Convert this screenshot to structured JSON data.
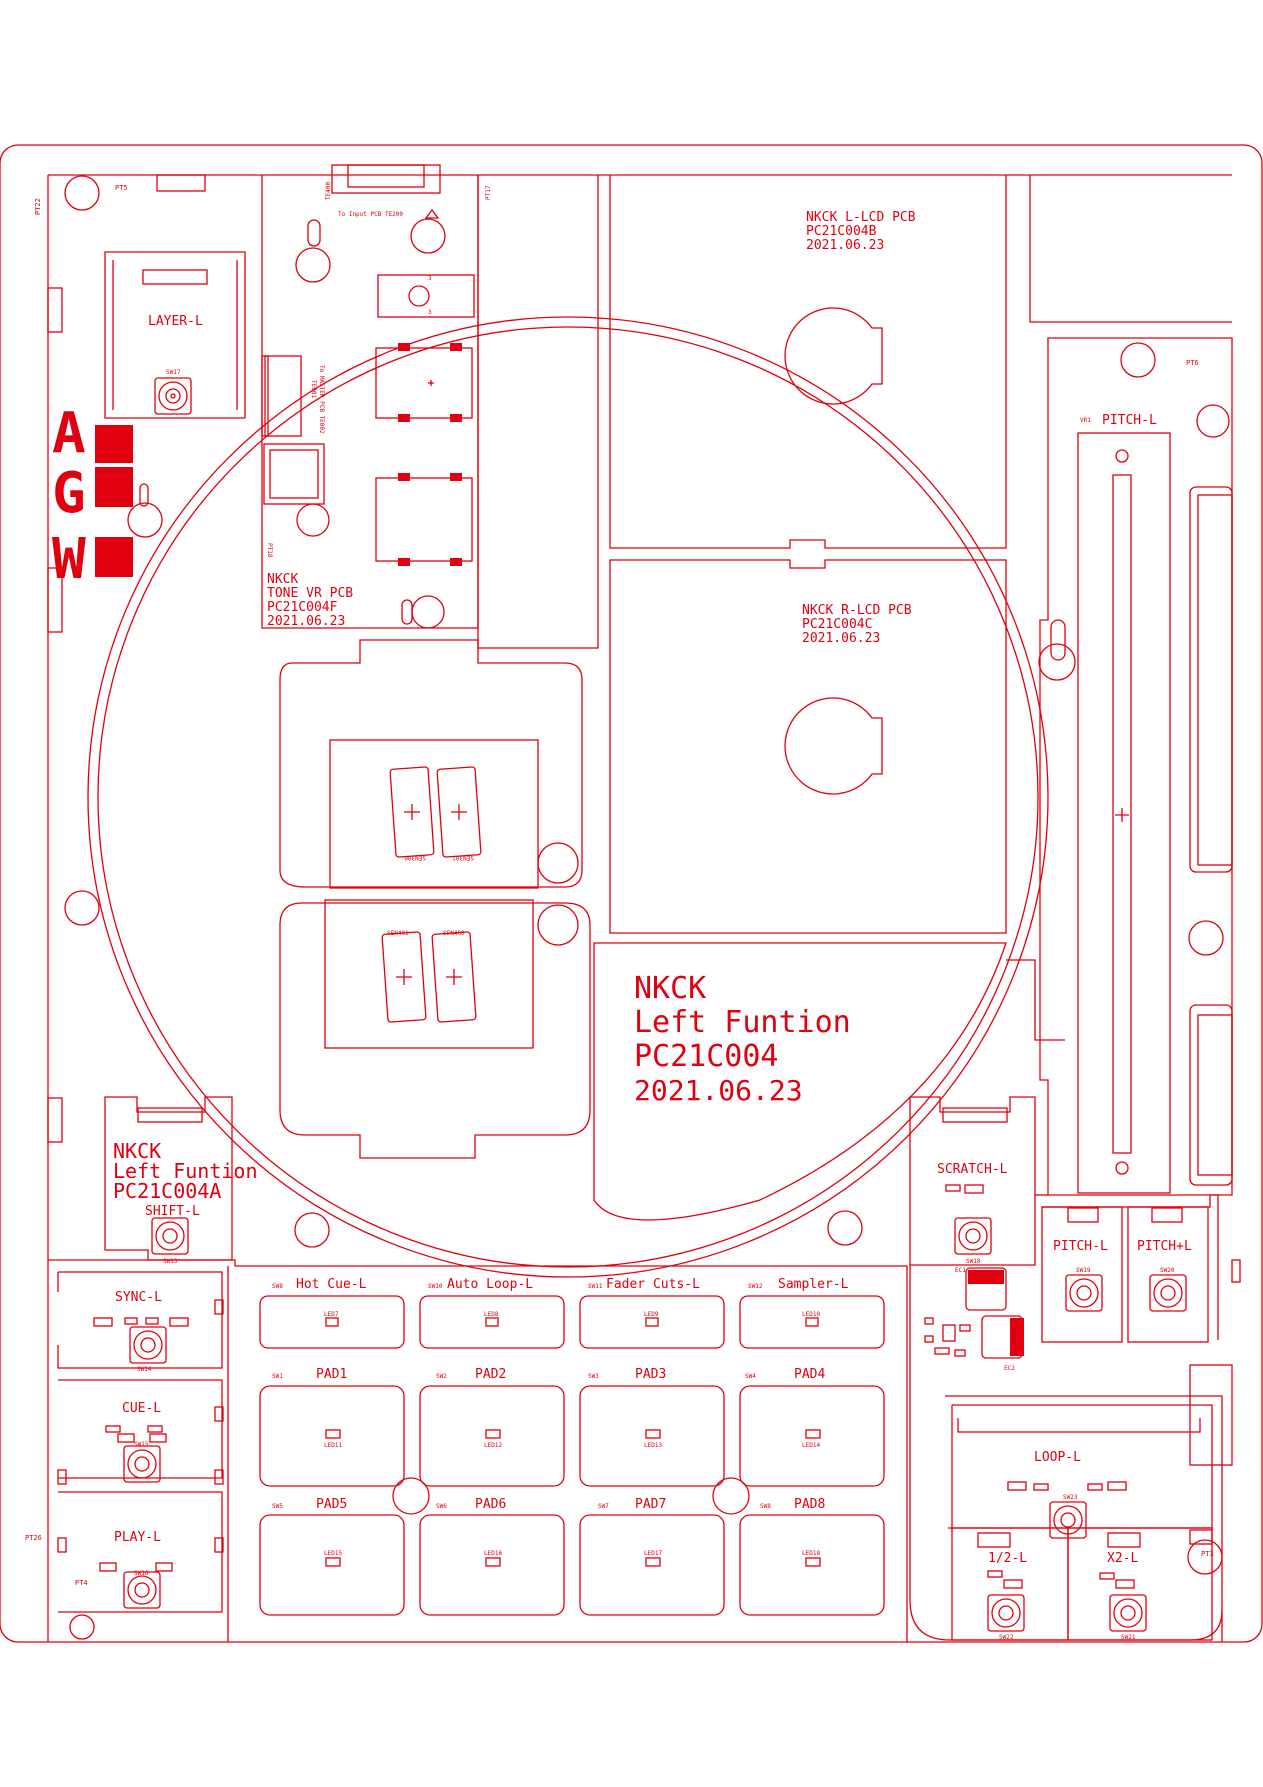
{
  "colors": {
    "silk": "#e0000f",
    "pad": "#e0000f",
    "background": "#ffffff"
  },
  "logo": {
    "letters": [
      "A",
      "G",
      "W"
    ]
  },
  "main_label": {
    "line1": "NKCK",
    "line2": "Left Funtion",
    "line3": "PC21C004",
    "line4": "2021.06.23"
  },
  "sub_label": {
    "line1": "NKCK",
    "line2": "Left Funtion",
    "line3": "PC21C004A"
  },
  "lcd_l": {
    "line1": "NKCK L-LCD PCB",
    "line2": "PC21C004B",
    "line3": "2021.06.23"
  },
  "lcd_r": {
    "line1": "NKCK R-LCD PCB",
    "line2": "PC21C004C",
    "line3": "2021.06.23"
  },
  "tone": {
    "line1": "NKCK",
    "line2": "TONE VR PCB",
    "line3": "PC21C004F",
    "line4": "2021.06.23"
  },
  "conn": {
    "top": "To Input PCB TE200",
    "side": "To MASTER PCB TE002",
    "top_ref": "TE400",
    "side_ref": "TE001"
  },
  "sensors": {
    "s1": "SEN300",
    "s2": "SEN301",
    "s3": "SEN401",
    "s4": "SEN400"
  },
  "controls": {
    "layer": "LAYER-L",
    "pitch_l_main": "PITCH-L",
    "vr": "VR1",
    "shift": "SHIFT-L",
    "sync": "SYNC-L",
    "cue": "CUE-L",
    "play": "PLAY-L",
    "scratch": "SCRATCH-L",
    "pitch_minus": "PITCH-L",
    "pitch_plus": "PITCH+L",
    "loop": "LOOP-L",
    "half": "1/2-L",
    "x2": "X2-L"
  },
  "modes": [
    {
      "sw": "SW8",
      "label": "Hot Cue-L",
      "led": "LED7"
    },
    {
      "sw": "SW10",
      "label": "Auto Loop-L",
      "led": "LED8"
    },
    {
      "sw": "SW11",
      "label": "Fader Cuts-L",
      "led": "LED9"
    },
    {
      "sw": "SW12",
      "label": "Sampler-L",
      "led": "LED10"
    }
  ],
  "pads": [
    {
      "sw": "SW1",
      "label": "PAD1",
      "led": "LED11"
    },
    {
      "sw": "SW2",
      "label": "PAD2",
      "led": "LED12"
    },
    {
      "sw": "SW3",
      "label": "PAD3",
      "led": "LED13"
    },
    {
      "sw": "SW4",
      "label": "PAD4",
      "led": "LED14"
    },
    {
      "sw": "SW5",
      "label": "PAD5",
      "led": "LED15"
    },
    {
      "sw": "SW6",
      "label": "PAD6",
      "led": "LED16"
    },
    {
      "sw": "SW7",
      "label": "PAD7",
      "led": "LED17"
    },
    {
      "sw": "SW8",
      "label": "PAD8",
      "led": "LED18"
    }
  ],
  "refs": {
    "pt5": "PT5",
    "pt22": "PT22",
    "pt17": "PT17",
    "pt18": "PT18",
    "pt6": "PT6",
    "pt26": "PT26",
    "pt4": "PT4",
    "pt3": "PT3",
    "sw17": "SW17",
    "sw13": "SW13",
    "sw14": "SW14",
    "sw15": "SW15",
    "sw16": "SW16",
    "sw19": "SW19",
    "sw20": "SW20",
    "sw18": "SW18",
    "sw22": "SW22",
    "sw21": "SW21",
    "sw23": "SW23",
    "ec1": "EC1",
    "ec2": "EC2"
  }
}
